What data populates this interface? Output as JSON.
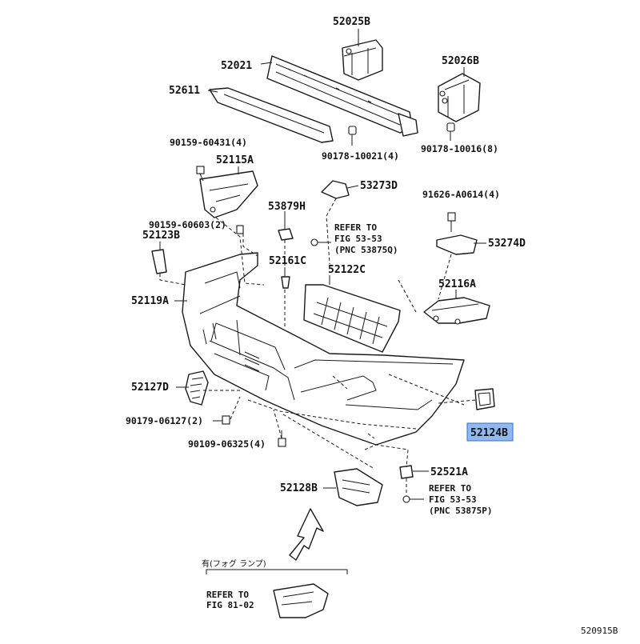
{
  "diagram": {
    "part_labels": {
      "p52025B": "52025B",
      "p52021": "52021",
      "p52026B": "52026B",
      "p52611": "52611",
      "p90159_60431": "90159-60431(4)",
      "p52115A": "52115A",
      "p90178_10021": "90178-10021(4)",
      "p90178_10016": "90178-10016(8)",
      "p53273D": "53273D",
      "p91626": "91626-A0614(4)",
      "p53879H": "53879H",
      "p90159_60603": "90159-60603(2)",
      "p52123B": "52123B",
      "p53274D": "53274D",
      "p52161C": "52161C",
      "p52122C": "52122C",
      "p52116A": "52116A",
      "p52119A": "52119A",
      "p52127D": "52127D",
      "p90179_06127": "90179-06127(2)",
      "p52124B": "52124B",
      "p90109_06325": "90109-06325(4)",
      "p52521A": "52521A",
      "p52128B": "52128B"
    },
    "refer_notes": {
      "n1_line1": "REFER TO",
      "n1_line2": "FIG 53-53",
      "n1_line3": "(PNC 53875Q)",
      "n2_line1": "REFER TO",
      "n2_line2": "FIG 53-53",
      "n2_line3": "(PNC 53875P)",
      "n3_line1": "REFER TO",
      "n3_line2": "FIG 81-02"
    },
    "fog_lamp_note": "有(フォグ ランプ)",
    "figure_code": "520915B",
    "highlighted_part": "52124B",
    "colors": {
      "highlight_fill": "#8fb9ef",
      "line": "#1a1a1a",
      "background": "#ffffff"
    }
  }
}
